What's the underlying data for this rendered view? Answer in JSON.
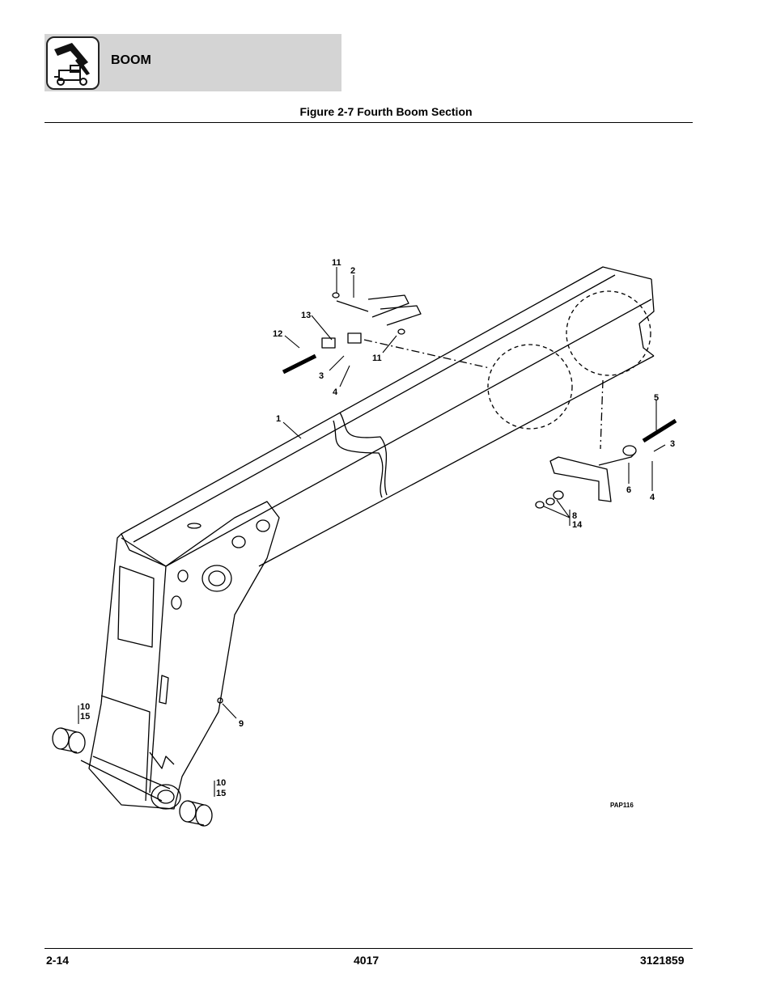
{
  "header": {
    "section_title": "BOOM",
    "figure_title": "Figure 2-7 Fourth Boom Section"
  },
  "figure": {
    "callouts": {
      "c1": "1",
      "c2": "2",
      "c3a": "3",
      "c3b": "3",
      "c4a": "4",
      "c4b": "4",
      "c5": "5",
      "c6": "6",
      "c8": "8",
      "c14": "14",
      "c9": "9",
      "c10a": "10",
      "c15a": "15",
      "c10b": "10",
      "c15b": "15",
      "c11a": "11",
      "c11b": "11",
      "c12": "12",
      "c13": "13"
    },
    "drawing_id": "PAP116"
  },
  "footer": {
    "page_number": "2-14",
    "model": "4017",
    "manual_number": "3121859"
  }
}
